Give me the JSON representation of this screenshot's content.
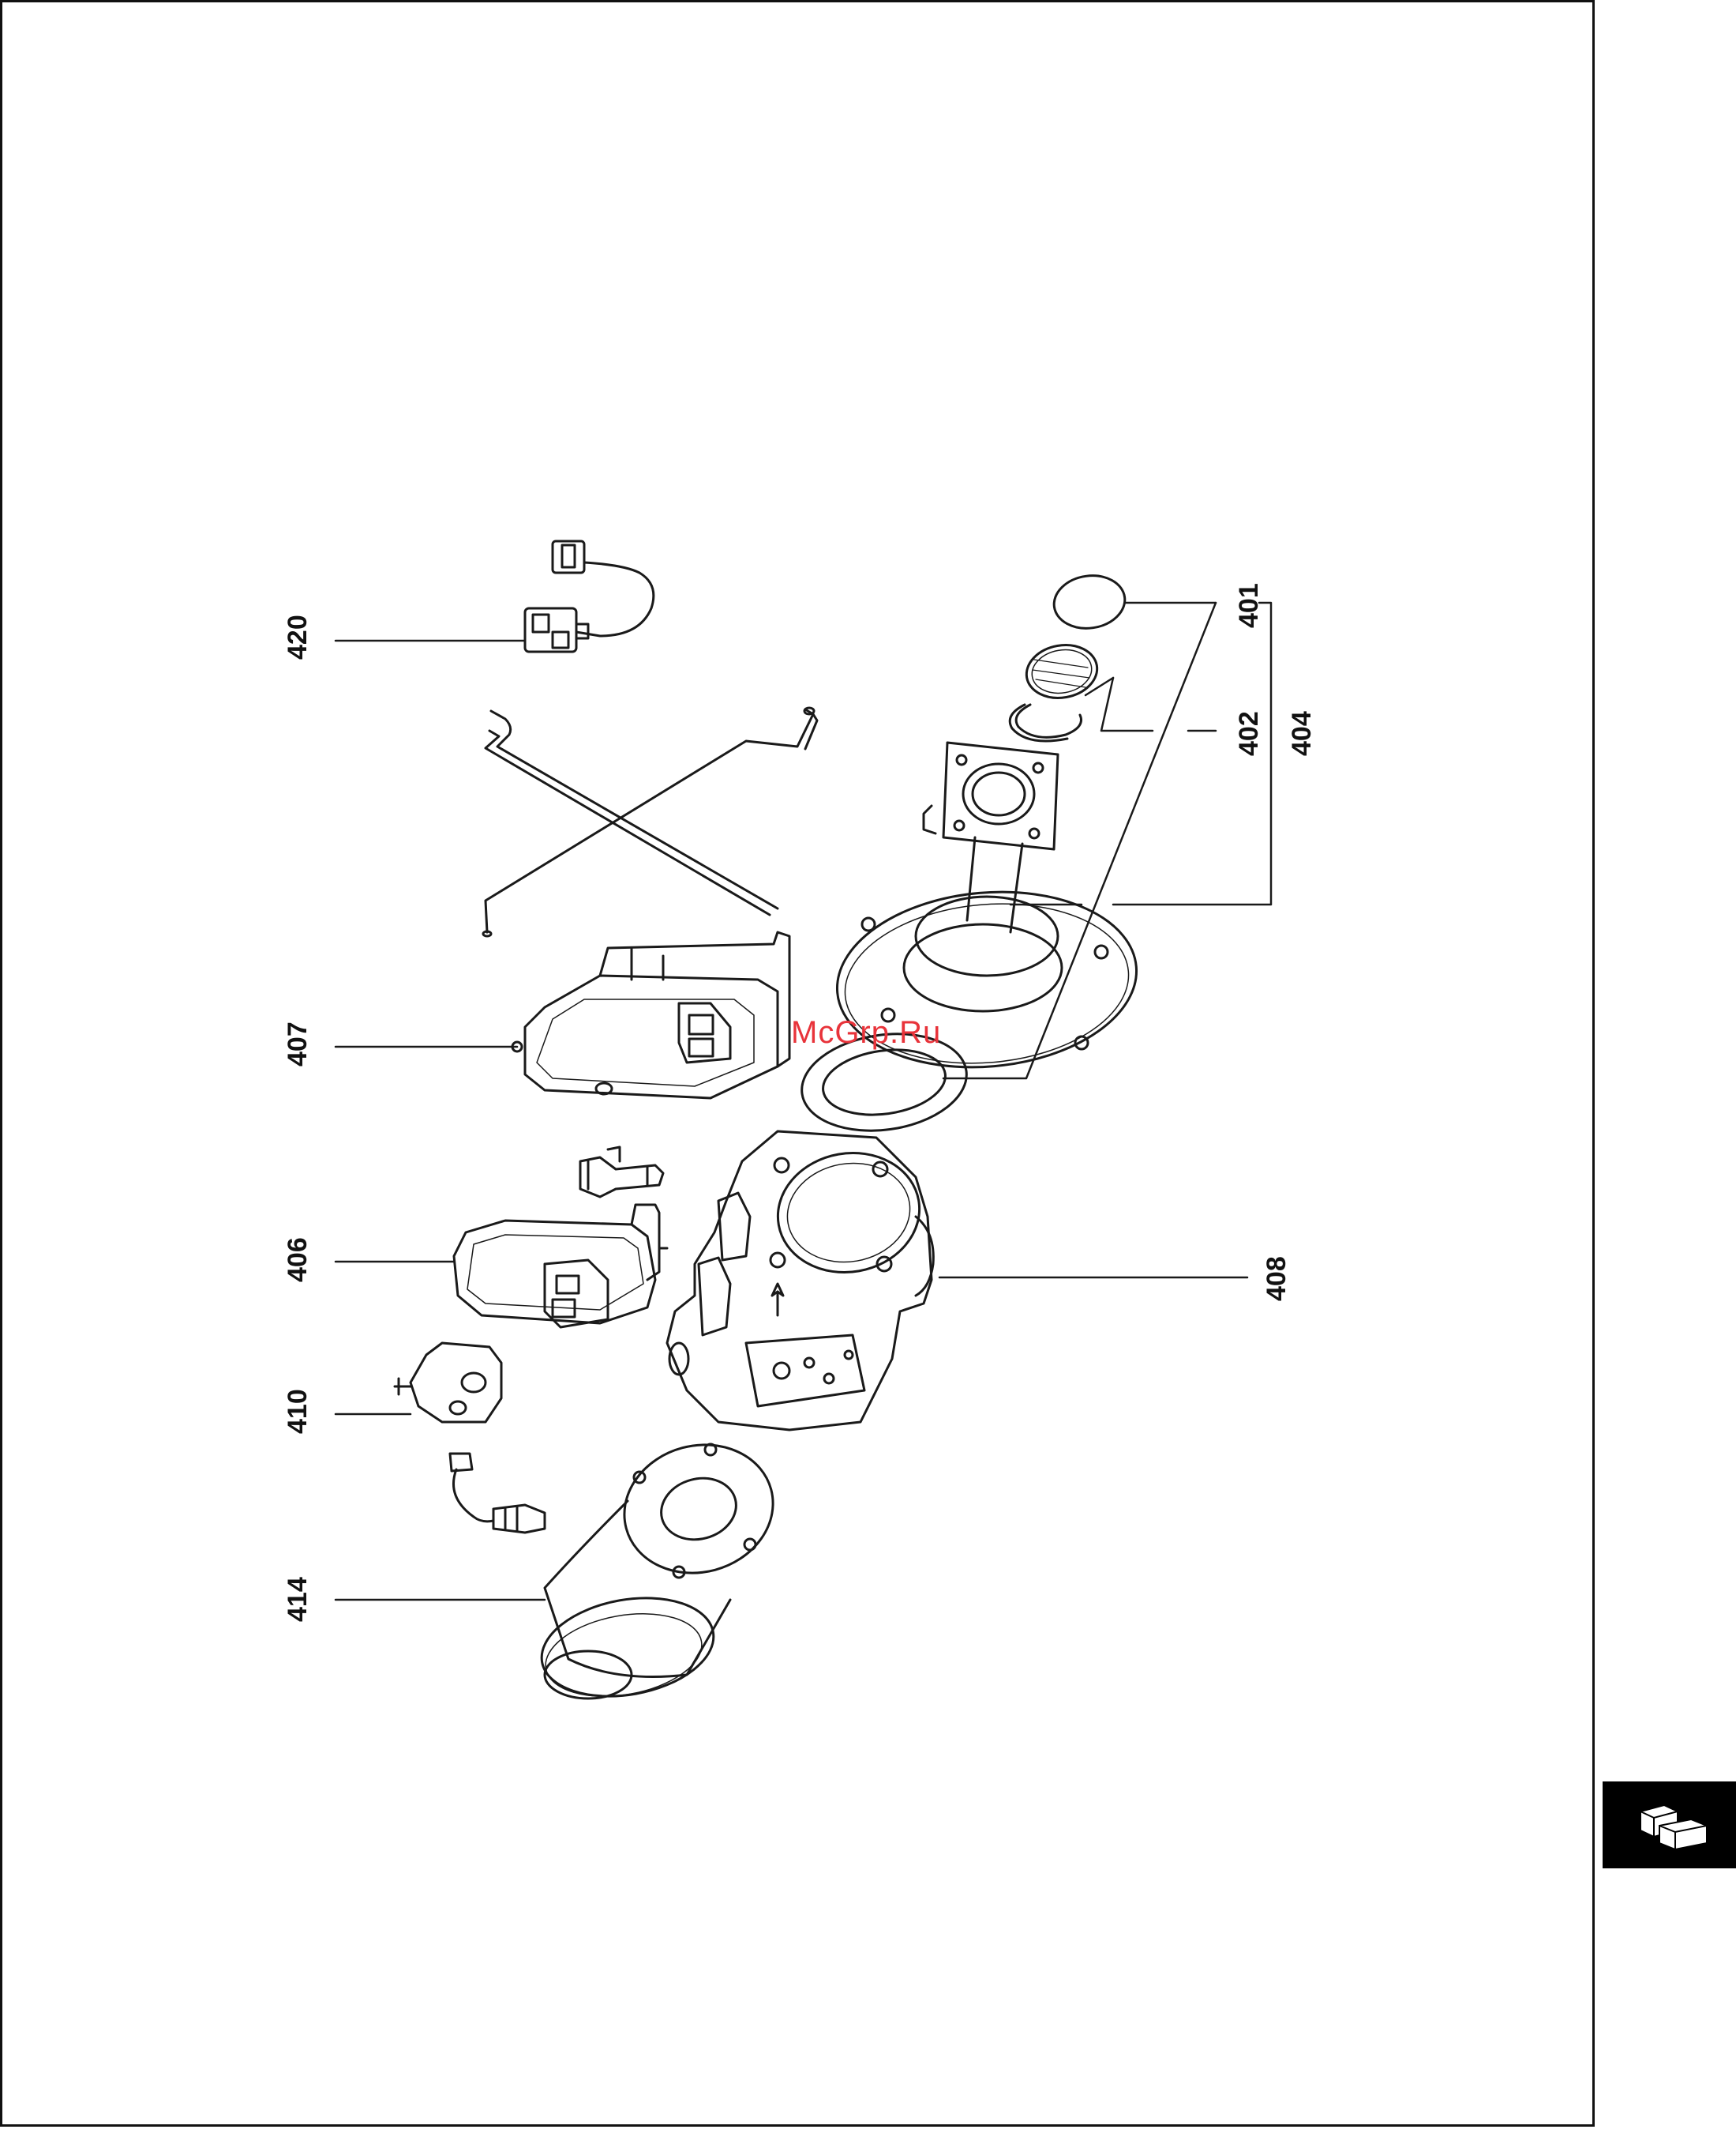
{
  "callouts": {
    "c401": "401",
    "c402": "402",
    "c404": "404",
    "c407": "407",
    "c406": "406",
    "c408": "408",
    "c410": "410",
    "c414": "414",
    "c420": "420"
  },
  "watermark": "McGrp.Ru",
  "section_tab": {
    "icon": "component-cube-icon"
  },
  "colors": {
    "line": "#1a1a1a",
    "tab": "#000000",
    "watermark": "#e8333a"
  }
}
